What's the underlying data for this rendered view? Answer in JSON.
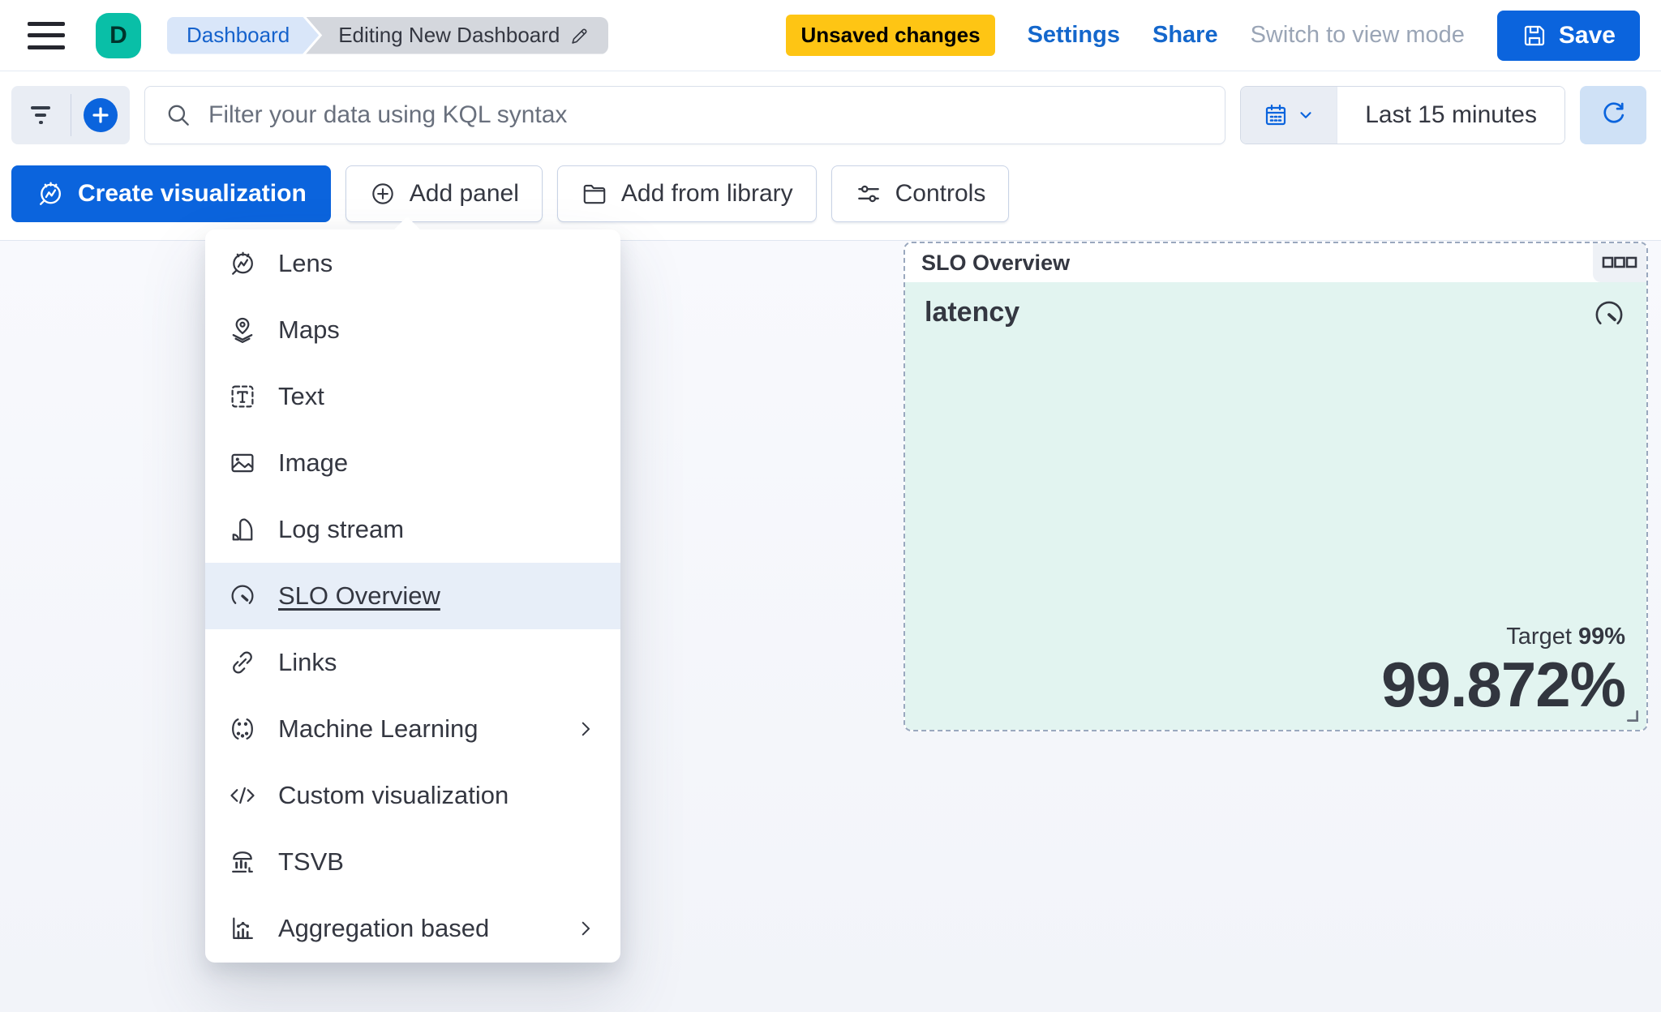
{
  "header": {
    "avatar_letter": "D",
    "breadcrumbs": {
      "first": "Dashboard",
      "current": "Editing New Dashboard"
    },
    "unsaved_badge": "Unsaved changes",
    "settings_label": "Settings",
    "share_label": "Share",
    "switch_view_label": "Switch to view mode",
    "save_label": "Save"
  },
  "query_bar": {
    "placeholder": "Filter your data using KQL syntax",
    "time_range": "Last 15 minutes"
  },
  "toolbar": {
    "create_visualization": "Create visualization",
    "add_panel": "Add panel",
    "add_from_library": "Add from library",
    "controls": "Controls"
  },
  "add_panel_menu": {
    "items": [
      {
        "label": "Lens",
        "icon": "lens-icon",
        "selected": false,
        "has_submenu": false
      },
      {
        "label": "Maps",
        "icon": "maps-icon",
        "selected": false,
        "has_submenu": false
      },
      {
        "label": "Text",
        "icon": "text-icon",
        "selected": false,
        "has_submenu": false
      },
      {
        "label": "Image",
        "icon": "image-icon",
        "selected": false,
        "has_submenu": false
      },
      {
        "label": "Log stream",
        "icon": "log-stream-icon",
        "selected": false,
        "has_submenu": false
      },
      {
        "label": "SLO Overview",
        "icon": "gauge-icon",
        "selected": true,
        "has_submenu": false
      },
      {
        "label": "Links",
        "icon": "link-icon",
        "selected": false,
        "has_submenu": false
      },
      {
        "label": "Machine Learning",
        "icon": "machine-learning-icon",
        "selected": false,
        "has_submenu": true
      },
      {
        "label": "Custom visualization",
        "icon": "code-icon",
        "selected": false,
        "has_submenu": false
      },
      {
        "label": "TSVB",
        "icon": "tsvb-icon",
        "selected": false,
        "has_submenu": false
      },
      {
        "label": "Aggregation based",
        "icon": "aggregation-icon",
        "selected": false,
        "has_submenu": true
      }
    ]
  },
  "slo_panel": {
    "title": "SLO Overview",
    "metric_name": "latency",
    "target_label": "Target",
    "target_value": "99%",
    "value": "99.872%"
  },
  "colors": {
    "accent_blue": "#0B64DD",
    "link_blue": "#1467CC",
    "warning_yellow": "#FEC514",
    "avatar_teal": "#09BFA7",
    "breadcrumb_blue_bg": "#D9E6F9",
    "breadcrumb_gray_bg": "#D4D7DD",
    "menu_selected_bg": "#E7EEF8",
    "panel_mint_bg": "#E2F4F0",
    "panel_dashed_border": "#9AA8BE",
    "text_dark": "#343741",
    "text_subdued": "#69707D",
    "text_disabled": "#98A2B3"
  }
}
